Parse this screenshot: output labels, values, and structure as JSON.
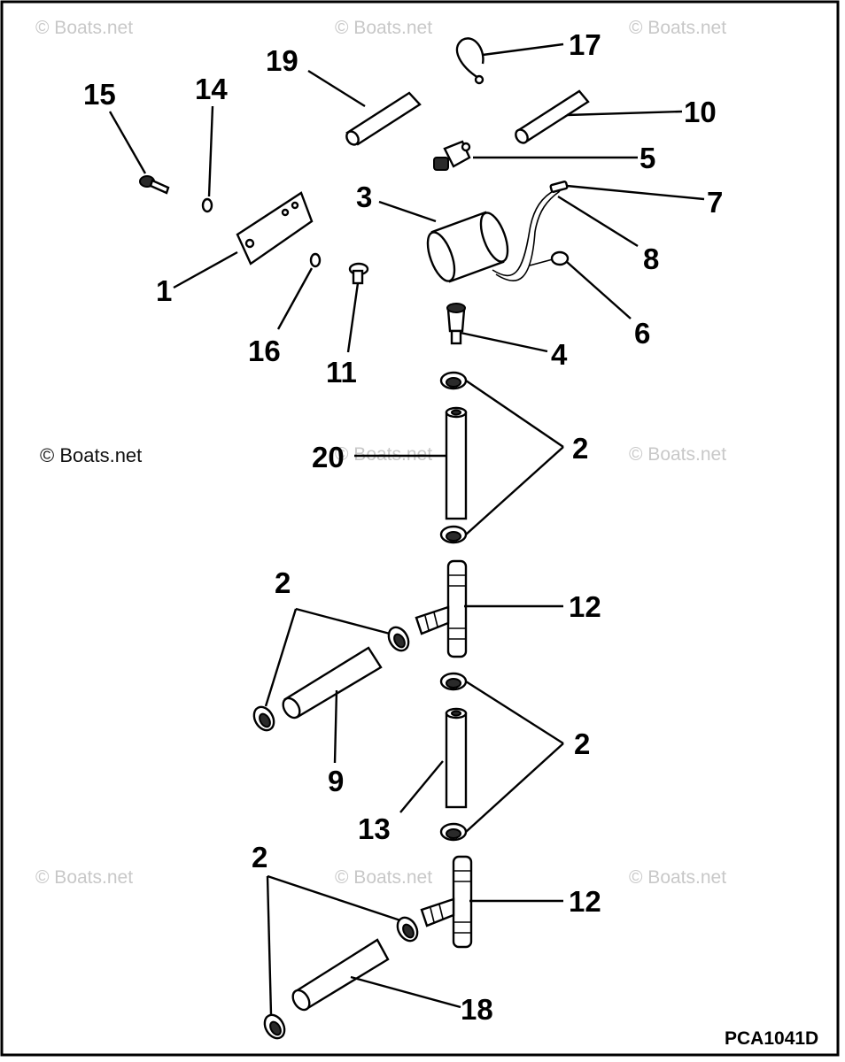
{
  "diagram": {
    "drawing_code": "PCA1041D",
    "watermark": "© Boats.net",
    "callouts": {
      "c1": "1",
      "c2a": "2",
      "c2b": "2",
      "c2c": "2",
      "c2d": "2",
      "c3": "3",
      "c4": "4",
      "c5": "5",
      "c6": "6",
      "c7": "7",
      "c8": "8",
      "c9": "9",
      "c10": "10",
      "c11": "11",
      "c12a": "12",
      "c12b": "12",
      "c13": "13",
      "c14": "14",
      "c15": "15",
      "c16": "16",
      "c17": "17",
      "c18": "18",
      "c19": "19",
      "c20": "20"
    }
  }
}
